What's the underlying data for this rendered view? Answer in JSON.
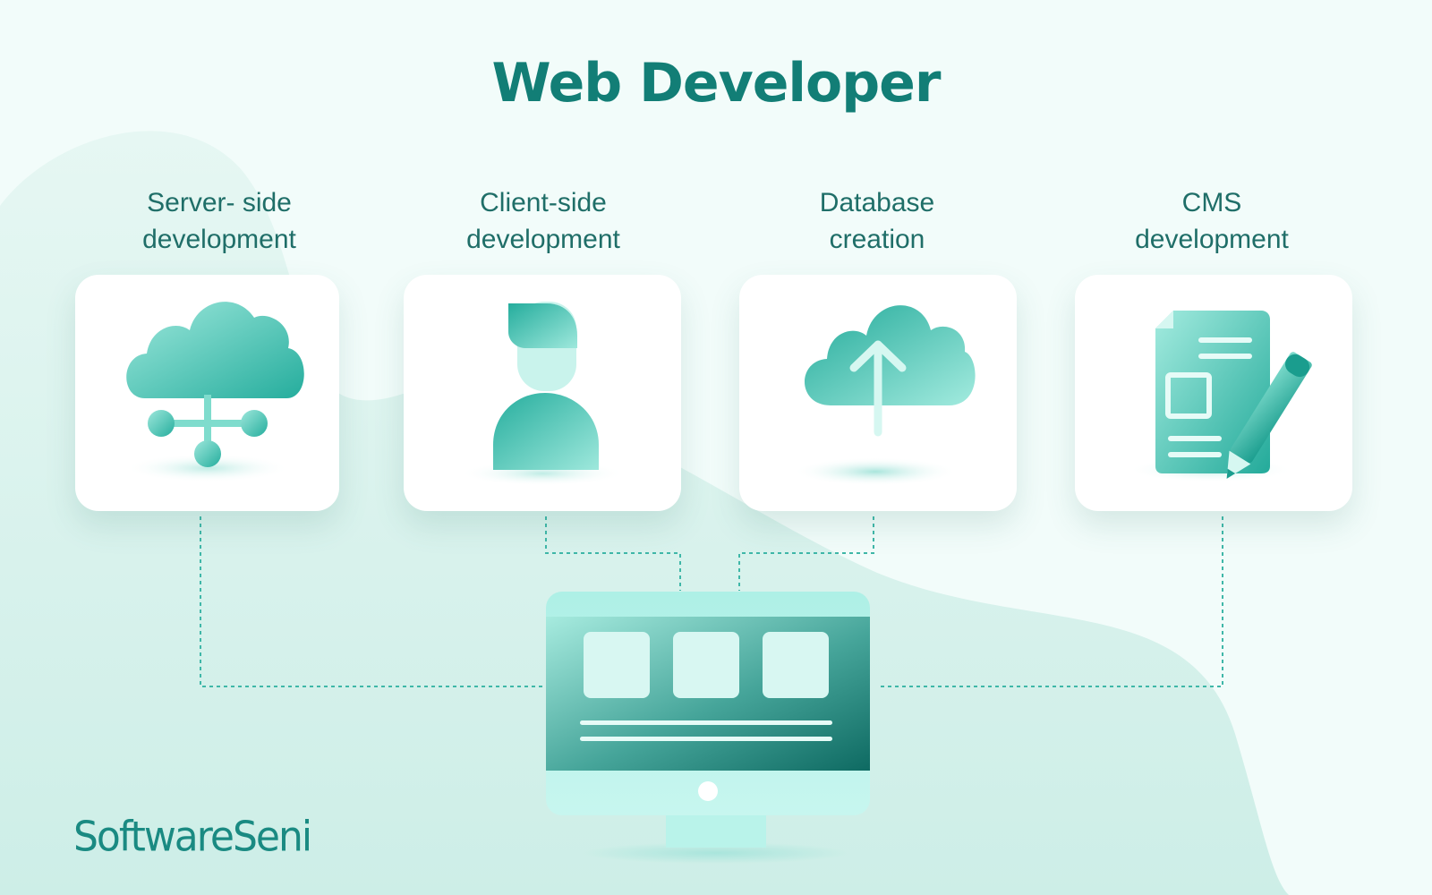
{
  "title": "Web Developer",
  "roles": [
    {
      "line1": "Server- side",
      "line2": "development",
      "icon": "cloud-network-icon"
    },
    {
      "line1": "Client-side",
      "line2": "development",
      "icon": "user-icon"
    },
    {
      "line1": "Database",
      "line2": "creation",
      "icon": "cloud-upload-icon"
    },
    {
      "line1": "CMS",
      "line2": "development",
      "icon": "document-pencil-icon"
    }
  ],
  "center_icon": "monitor-icon",
  "logo": {
    "text": "SoftwareSeni"
  },
  "colors": {
    "title": "#127e76",
    "label": "#1f6e68",
    "icon_light": "#8fe3d6",
    "icon_dark": "#27b0a0",
    "connector": "#3fb7a8",
    "background": "#eefaf8"
  }
}
